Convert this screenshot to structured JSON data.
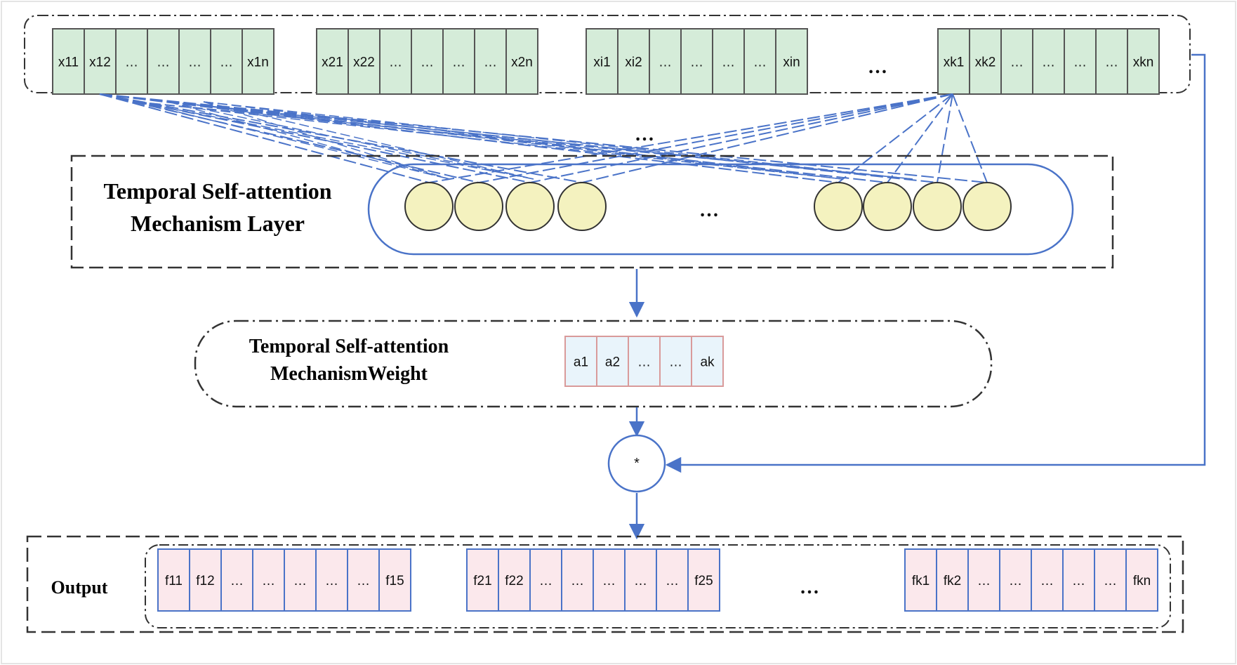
{
  "input_row": {
    "groups": [
      [
        "x11",
        "x12",
        "…",
        "…",
        "…",
        "…",
        "x1n"
      ],
      [
        "x21",
        "x22",
        "…",
        "…",
        "…",
        "…",
        "x2n"
      ],
      [
        "xi1",
        "xi2",
        "…",
        "…",
        "…",
        "…",
        "xin"
      ],
      [
        "xk1",
        "xk2",
        "…",
        "…",
        "…",
        "…",
        "xkn"
      ]
    ],
    "gap_ellipsis": "…",
    "cell_fill": "#d5ecd9",
    "cell_border": "#555555"
  },
  "attention_layer": {
    "title_line1": "Temporal Self-attention",
    "title_line2": "Mechanism Layer",
    "ellipsis_between_nodes": "…",
    "ellipsis_above_nodes": "…",
    "node_fill": "#f4f2bf",
    "node_border": "#333333",
    "capsule_border": "#4a73c8"
  },
  "weight_block": {
    "title_line1": "Temporal Self-attention",
    "title_line2": "MechanismWeight",
    "cells": [
      "a1",
      "a2",
      "…",
      "…",
      "ak"
    ],
    "cell_fill": "#e9f4fb",
    "cell_border": "#d99a9a"
  },
  "multiply_node": {
    "symbol": "*"
  },
  "output_block": {
    "label": "Output",
    "groups": [
      [
        "f11",
        "f12",
        "…",
        "…",
        "…",
        "…",
        "…",
        "f15"
      ],
      [
        "f21",
        "f22",
        "…",
        "…",
        "…",
        "…",
        "…",
        "f25"
      ],
      [
        "fk1",
        "fk2",
        "…",
        "…",
        "…",
        "…",
        "…",
        "fkn"
      ]
    ],
    "gap_ellipsis": "…",
    "cell_fill": "#fbe8ec",
    "cell_border": "#4a73c8"
  },
  "colors": {
    "arrow": "#4a73c8",
    "dashed_frame": "#333333"
  }
}
